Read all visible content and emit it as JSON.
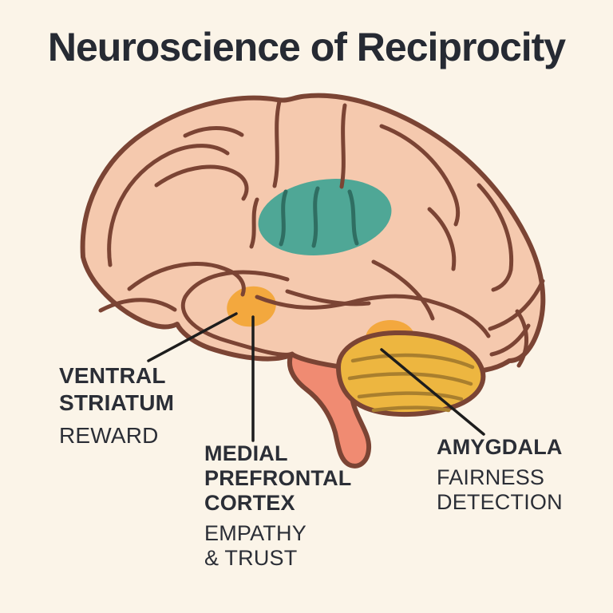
{
  "title": "Neuroscience of Reciprocity",
  "colors": {
    "background": "#FBF4E8",
    "brain_fill": "#F5C9AE",
    "brain_outline": "#7B4434",
    "insula_highlight": "#4FA796",
    "insula_line": "#2F6E62",
    "hotspot_orange": "#F3A83E",
    "cerebellum_fill": "#EDB640",
    "cerebellum_line": "#A97F2E",
    "brainstem_fill": "#F08B72",
    "leader_line": "#1D1D1D",
    "text": "#2B2E36",
    "title_text": "#262A33"
  },
  "diagram": {
    "regions": [
      {
        "id": "ventral-striatum",
        "label_lines": [
          "VENTRAL",
          "STRIATUM"
        ],
        "function_lines": [
          "REWARD"
        ],
        "highlight_color": "#F3A83E"
      },
      {
        "id": "medial-prefrontal-cortex",
        "label_lines": [
          "MEDIAL",
          "PREFRONTAL",
          "CORTEX"
        ],
        "function_lines": [
          "EMPATHY",
          "& TRUST"
        ],
        "highlight_color": "#F3A83E"
      },
      {
        "id": "amygdala",
        "label_lines": [
          "AMYGDALA"
        ],
        "function_lines": [
          "FAIRNESS",
          "DETECTION"
        ],
        "highlight_color": "#F3A83E"
      }
    ],
    "unlabeled_highlight": {
      "id": "insula-highlight",
      "color": "#4FA796"
    }
  }
}
